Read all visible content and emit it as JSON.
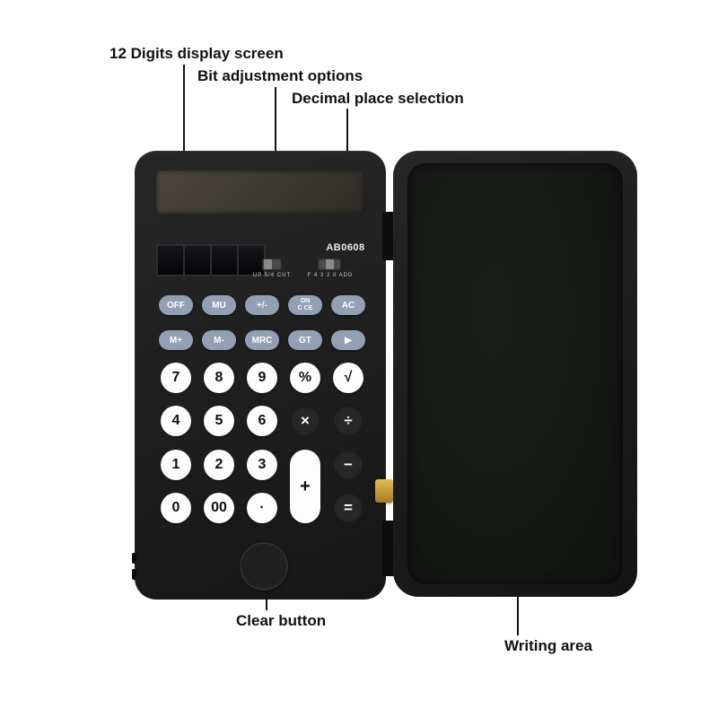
{
  "annotations": {
    "display_label": "12 Digits display screen",
    "bit_label": "Bit adjustment options",
    "decimal_label": "Decimal place selection",
    "clear_label": "Clear button",
    "writing_label": "Writing area"
  },
  "calculator": {
    "model": "AB0608",
    "bit_switch_ticks": "UP 5/4 CUT",
    "decimal_switch_ticks": "F 4 3 2 0 ADD",
    "fn1": [
      "OFF",
      "MU",
      "+/-",
      "ON\nC CE",
      "AC"
    ],
    "fn2": [
      "M+",
      "M-",
      "MRC",
      "GT",
      "▶"
    ],
    "row1": [
      "7",
      "8",
      "9",
      "%",
      "√"
    ],
    "row2": [
      "4",
      "5",
      "6",
      "×",
      "÷"
    ],
    "row3": [
      "1",
      "2",
      "3",
      "−"
    ],
    "row4": [
      "0",
      "00",
      "·",
      "="
    ],
    "plus": "+"
  }
}
